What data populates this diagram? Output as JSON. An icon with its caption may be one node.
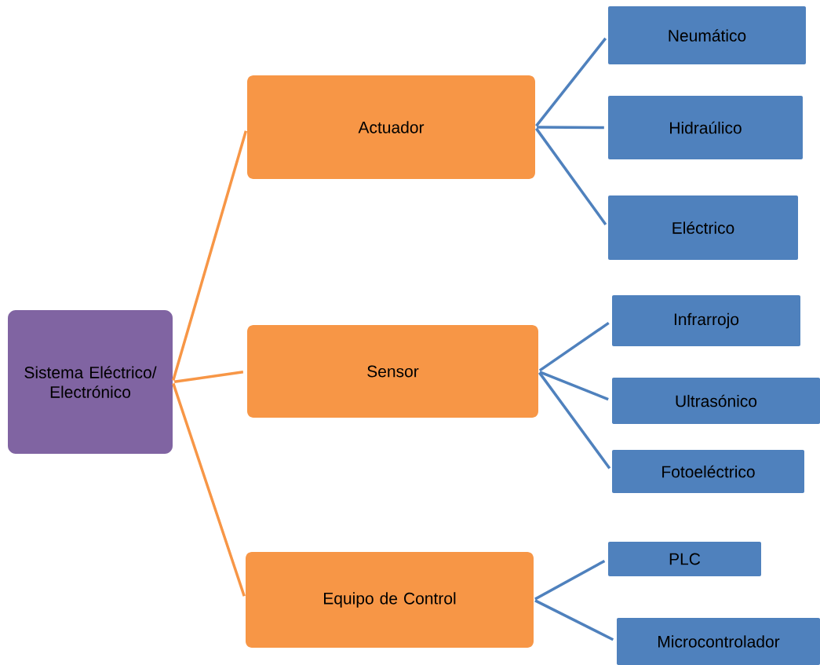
{
  "diagram": {
    "nodes": [
      {
        "text": [
          "Sistema Eléctrico/ Electrónico"
        ]
      },
      {
        "text": [
          "Actuador"
        ]
      },
      {
        "text": [
          "Sensor"
        ]
      },
      {
        "text": [
          "Equipo de Control"
        ]
      },
      {
        "text": [
          "Neumático"
        ]
      },
      {
        "text": [
          "Hidraúlico"
        ]
      },
      {
        "text": [
          "Eléctrico"
        ]
      },
      {
        "text": [
          "Infrarrojo"
        ]
      },
      {
        "text": [
          "Ultrasónico"
        ]
      },
      {
        "text": [
          "Fotoeléctrico"
        ]
      },
      {
        "text": [
          "PLC"
        ]
      },
      {
        "text": [
          "Microcontrolador"
        ]
      }
    ],
    "edges": [
      {
        "from": 0,
        "to": 1,
        "arrow": "none",
        "color": "#f79646"
      },
      {
        "from": 0,
        "to": 2,
        "arrow": "none",
        "color": "#f79646"
      },
      {
        "from": 0,
        "to": 3,
        "arrow": "none",
        "color": "#f79646"
      },
      {
        "from": 1,
        "to": 4,
        "arrow": "none"
      },
      {
        "from": 1,
        "to": 5,
        "arrow": "none"
      },
      {
        "from": 1,
        "to": 6,
        "arrow": "none"
      },
      {
        "from": 2,
        "to": 7,
        "arrow": "none"
      },
      {
        "from": 2,
        "to": 8,
        "arrow": "none"
      },
      {
        "from": 2,
        "to": 9,
        "arrow": "none"
      },
      {
        "from": 3,
        "to": 10,
        "arrow": "none"
      },
      {
        "from": 3,
        "to": 11,
        "arrow": "none"
      }
    ]
  }
}
